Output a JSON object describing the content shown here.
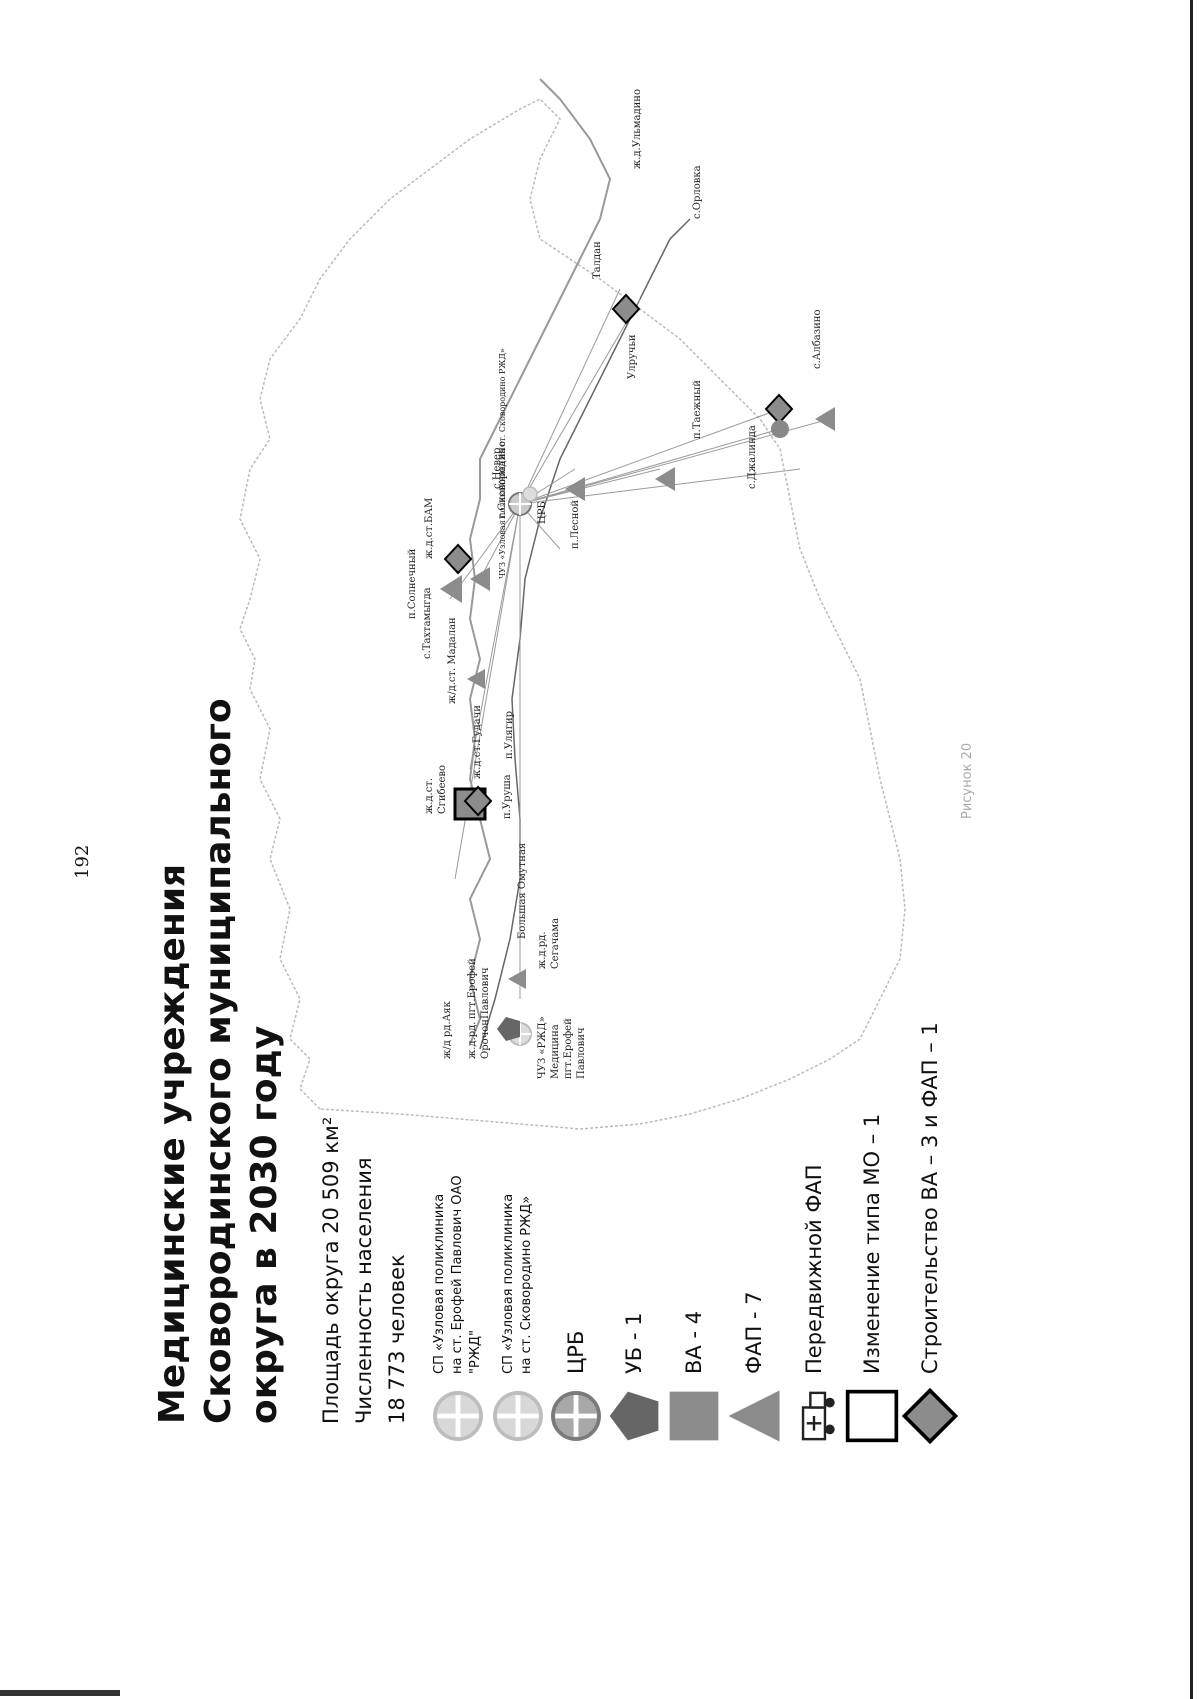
{
  "page_number": "192",
  "title": {
    "line1": "Медицинские учреждения",
    "line2": "Сковородинского муниципального",
    "line3": "округа в 2030 году"
  },
  "info": {
    "area": "Площадь округа 20 509  км²",
    "population_label": "Численность населения",
    "population_value": "18 773 человек"
  },
  "legend": [
    {
      "icon": "clinic-erofey-icon",
      "label": "СП «Узловая поликлиника на ст. Ерофей Павлович ОАО \"РЖД\"",
      "color": "#bdbdbd"
    },
    {
      "icon": "clinic-skovorodino-icon",
      "label": "СП «Узловая поликлиника на ст. Сковородино РЖД»",
      "color": "#bdbdbd"
    },
    {
      "icon": "crb-icon",
      "label": "ЦРБ",
      "color": "#8a8a8a"
    },
    {
      "icon": "pentagon-icon",
      "label": "УБ - 1",
      "color": "#666666"
    },
    {
      "icon": "square-icon",
      "label": "ВА - 4",
      "color": "#8c8c8c"
    },
    {
      "icon": "triangle-icon",
      "label": "ФАП - 7",
      "color": "#8c8c8c"
    },
    {
      "icon": "mobile-fap-icon",
      "label": "Передвижной ФАП",
      "color": "#333333"
    },
    {
      "icon": "square-outline-icon",
      "label": "Изменение типа МО – 1",
      "color": "#000000"
    },
    {
      "icon": "diamond-icon",
      "label": "Строительство ВА – 3 и ФАП – 1",
      "color": "#8c8c8c"
    }
  ],
  "map_labels": [
    "ж/д рд.Аяк",
    "ж.д.рд.",
    "Орочон",
    "пгт.Ерофей",
    "Павлович",
    "ЧУЗ «РЖД»",
    "Медицина",
    "пгт.Ерофей",
    "Павлович",
    "ж.д.ст.",
    "Сгибеево",
    "Большая Омутная",
    "ж.д.рд.",
    "Сегачама",
    "ж.д.ст.Гудачи",
    "п.Уруша",
    "п.Улягир",
    "ж/д.ст. Мадалан",
    "с.Тахтамыгда",
    "п.Солнечный",
    "ж.д.ст.БАМ",
    "ЦРБ",
    "ЧУЗ «Узловая поликлиника на ст. Сковородино РЖД»",
    "г.Сковородино",
    "с.Невер",
    "п.Лесной",
    "с.Джалинда",
    "п.Таежный",
    "с.Албазино",
    "Улручьи",
    "Талдан",
    "с.Орловка",
    "ж.д.Ульмадино",
    "Рисунок 20"
  ]
}
